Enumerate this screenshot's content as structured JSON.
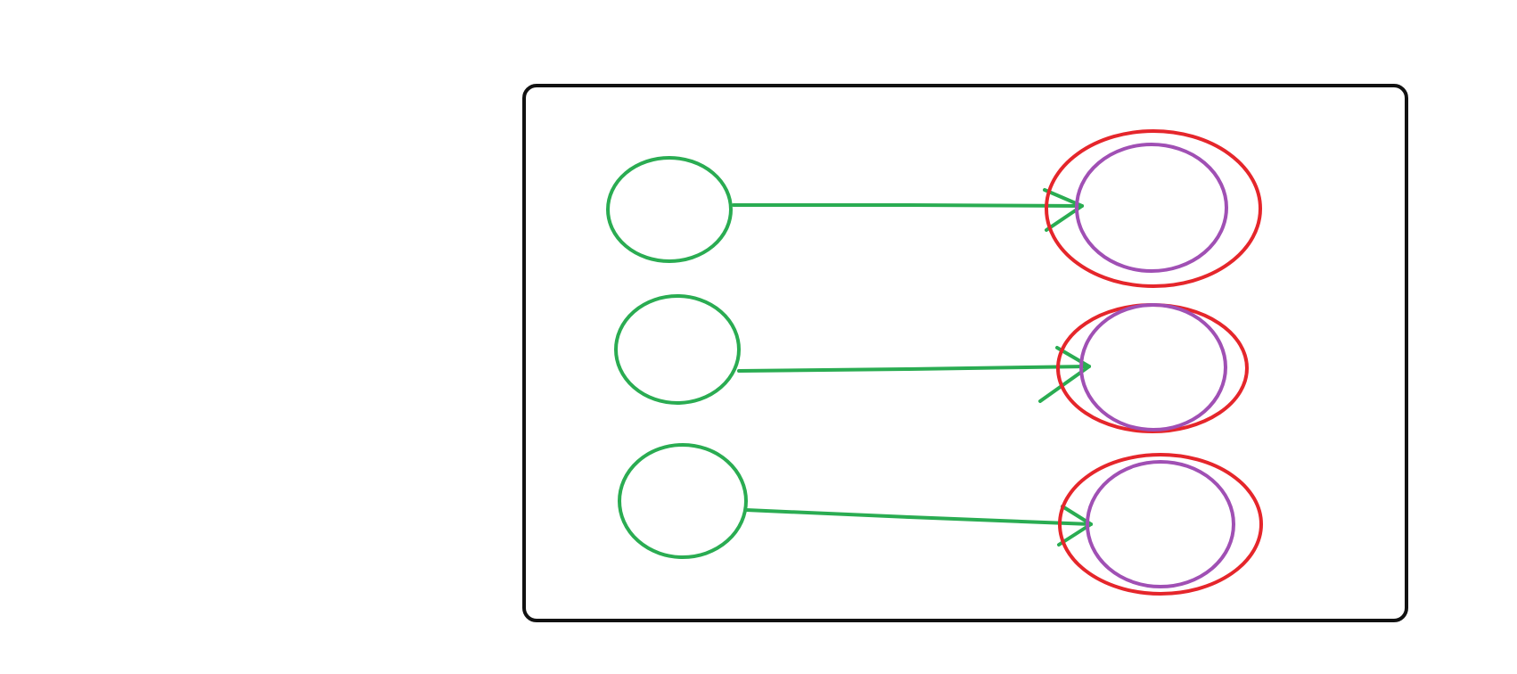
{
  "colors": {
    "background": "#ffffff",
    "frame": "#111111",
    "source_stroke": "#2aac52",
    "arrow_stroke": "#2aac52",
    "outer_target_stroke": "#e5262b",
    "inner_target_stroke": "#a050b4"
  },
  "diagram": {
    "rows": [
      {
        "source": "green-ellipse",
        "arrow": "green-arrow",
        "target_outer": "red-ellipse",
        "target_inner": "purple-ellipse"
      },
      {
        "source": "green-ellipse",
        "arrow": "green-arrow",
        "target_outer": "red-ellipse",
        "target_inner": "purple-ellipse"
      },
      {
        "source": "green-ellipse",
        "arrow": "green-arrow",
        "target_outer": "red-ellipse",
        "target_inner": "purple-ellipse"
      }
    ]
  }
}
